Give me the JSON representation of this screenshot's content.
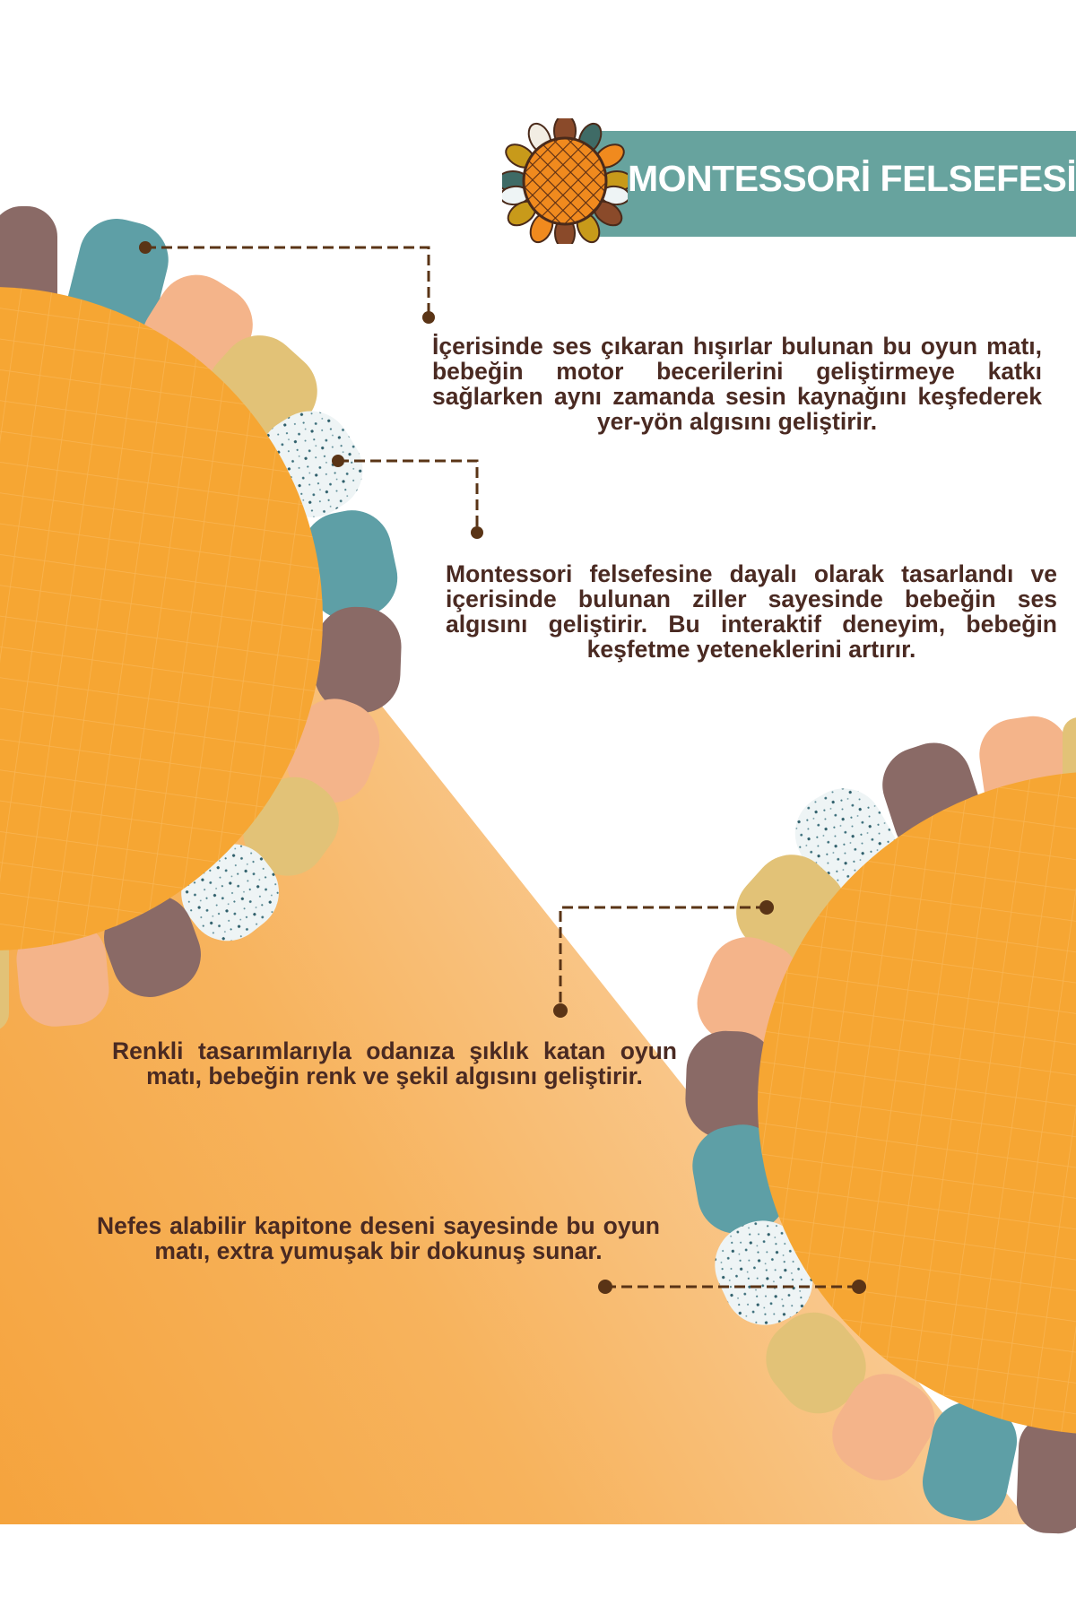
{
  "header": {
    "title": "MONTESSORİ FELSEFESİ",
    "logo_icon": "sunflower-logo-icon",
    "banner_color": "#67a39e"
  },
  "features": [
    {
      "id": "rustling-sound",
      "text": "İçerisinde ses çıkaran hışırlar bulunan bu oyun matı, bebeğin motor becerilerini geliştirmeye katkı sağlarken aynı zamanda sesin kaynağını keşfederek yer-yön algısını geliştirir."
    },
    {
      "id": "bells-montessori",
      "text": "Montessori felsefesine dayalı olarak tasarlandı ve içerisinde bulunan ziller sayesinde bebeğin ses algısını geliştirir. Bu interaktif deneyim, bebeğin keşfetme yeteneklerini artırır."
    },
    {
      "id": "colorful-design",
      "text": "Renkli tasarımlarıyla odanıza şıklık katan oyun matı, bebeğin renk ve şekil algısını geliştirir."
    },
    {
      "id": "breathable-quilt",
      "text": "Nefes alabilir kapitone deseni sayesinde bu oyun matı, extra yumuşak bir dokunuş sunar."
    }
  ],
  "colors": {
    "text": "#4a2a22",
    "connector": "#5a3416",
    "mat_orange": "#f6a633",
    "petal_brown": "#8a6a66",
    "petal_teal": "#5e9fa6",
    "petal_peach": "#f4b48a",
    "petal_mustard": "#e2c277",
    "petal_speckled": "#e9f1f3",
    "gradient_start": "#f5a23a",
    "gradient_end": "#fde8cf"
  }
}
